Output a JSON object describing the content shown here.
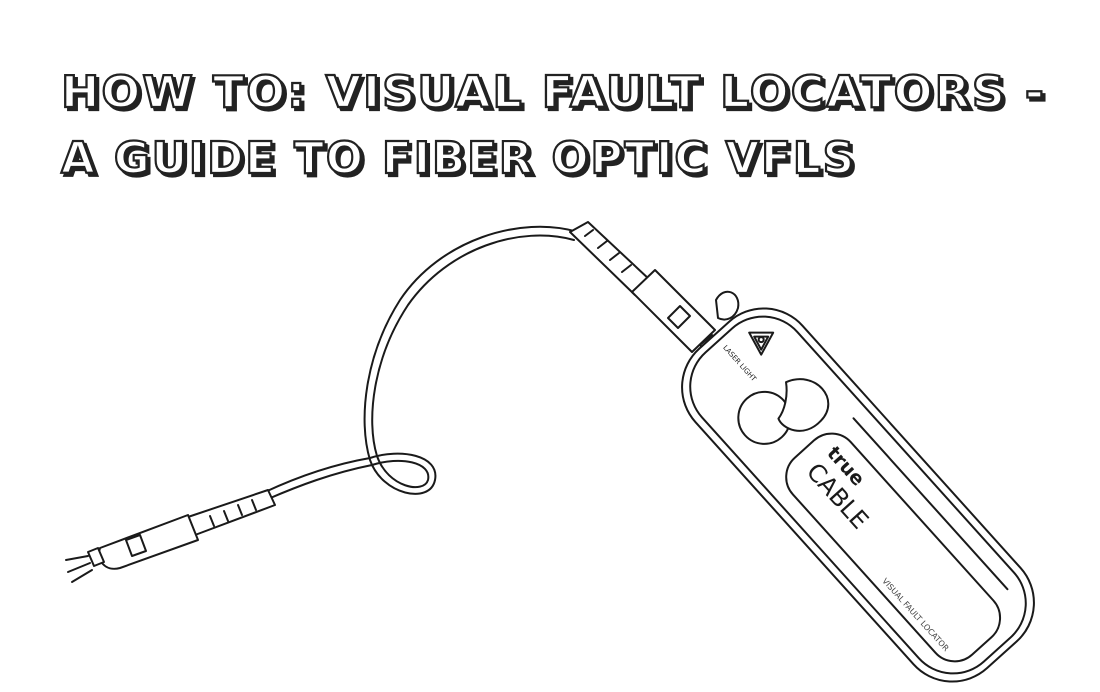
{
  "title": {
    "line1": "HOW TO: VISUAL FAULT LOCATORS -",
    "line2": "A GUIDE TO FIBER OPTIC VFLS"
  },
  "device": {
    "brand_top": "true",
    "brand_bottom": "CABLE",
    "product_label": "VISUAL FAULT LOCATOR",
    "warning_label": "LASER LIGHT",
    "warning_icon": "laser-warning-triangle-icon"
  },
  "colors": {
    "ink": "#1a1a1a",
    "background": "#ffffff"
  }
}
